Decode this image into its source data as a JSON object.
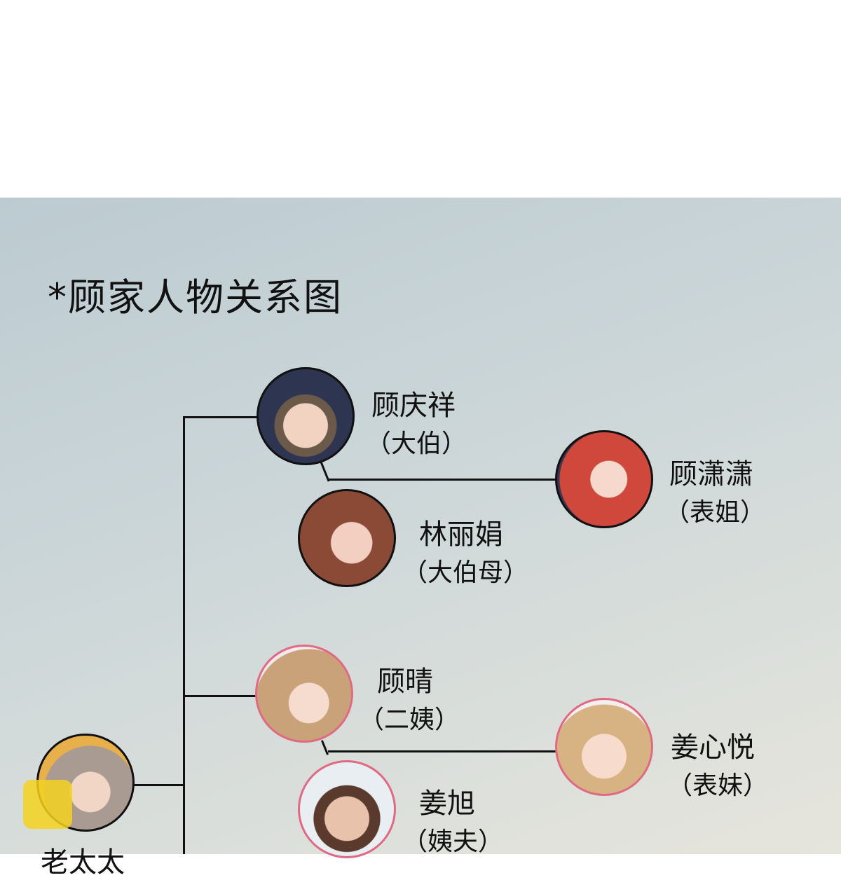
{
  "title": "*顾家人物关系图",
  "people": {
    "grandma": {
      "name": "老太太"
    },
    "uncle": {
      "name": "顾庆祥",
      "role": "（大伯）"
    },
    "aunt_in_law": {
      "name": "林丽娟",
      "role": "（大伯母）"
    },
    "cousin_elder": {
      "name": "顾潇潇",
      "role": "（表姐）"
    },
    "aunt": {
      "name": "顾晴",
      "role": "（二姨）"
    },
    "aunt_husband": {
      "name": "姜旭",
      "role": "（姨夫）"
    },
    "cousin_younger": {
      "name": "姜心悦",
      "role": "（表妹）"
    }
  },
  "colors": {
    "border_gu": "#111111",
    "border_jiang": "#e06a84"
  }
}
